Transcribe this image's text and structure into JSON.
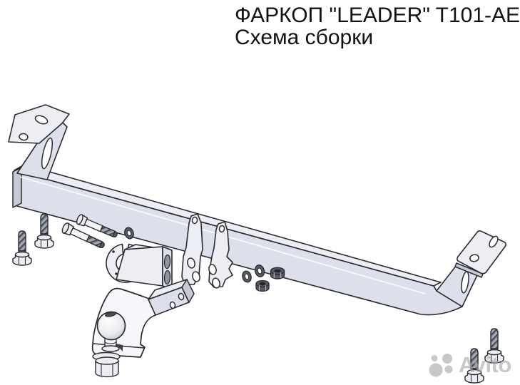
{
  "header": {
    "title_line1": "ФАРКОП \"LEADER\" T101-AE",
    "title_line2": "Схема сборки"
  },
  "watermark": {
    "brand": "Avito"
  },
  "diagram": {
    "type": "exploded-assembly-drawing",
    "parts": [
      "left-mount-bracket",
      "crossbar-beam",
      "right-mount-bracket",
      "front-side-plate",
      "rear-side-plate",
      "hex-flange-bolt-1",
      "hex-flange-bolt-2",
      "hex-flange-bolt-3",
      "hex-flange-bolt-4",
      "hex-bolt-long-1",
      "hex-bolt-long-2",
      "flat-washer-1",
      "flat-washer-2",
      "flat-washer-3",
      "hex-nut-1",
      "hex-nut-2",
      "socket-mount-plate",
      "socket-bracket",
      "ball-mount-tongue",
      "tow-ball",
      "ball-washer",
      "ball-nut"
    ],
    "colors": {
      "background": "#ffffff",
      "part_fill": "#dde0ea",
      "part_fill_light": "#eceef4",
      "part_fill_white": "#f6f7fa",
      "part_fill_dark": "#c6cad6",
      "outline": "#2a2b30",
      "metal_dark": "#8f949f",
      "hardware_dark": "#565a63",
      "text": "#121212",
      "watermark": "#a8a8a8"
    }
  }
}
